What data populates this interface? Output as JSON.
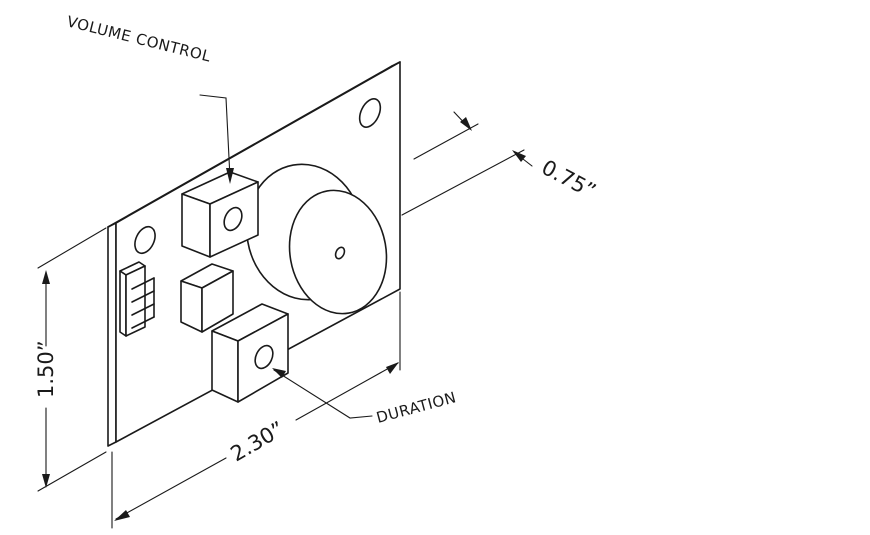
{
  "callouts": {
    "volume_control": "VOLUME CONTROL",
    "duration": "DURATION"
  },
  "dimensions": {
    "width": "2.30”",
    "height": "1.50”",
    "depth": "0.75”"
  },
  "colors": {
    "ink": "#1a1a1a",
    "background": "#ffffff"
  }
}
